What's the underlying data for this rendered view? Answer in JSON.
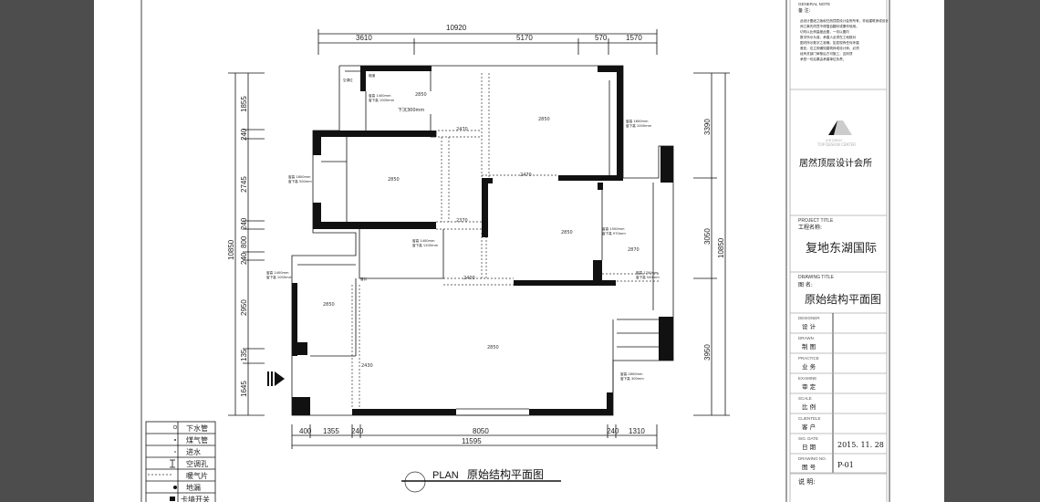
{
  "dimensions": {
    "top_total": "10920",
    "top": [
      "3610",
      "5170",
      "570",
      "1570"
    ],
    "left_total": "10850",
    "left": [
      "1855",
      "240",
      "2745",
      "240",
      "800",
      "240",
      "2950",
      "135",
      "1645"
    ],
    "right_total": "10850",
    "right": [
      "3390",
      "3050",
      "3950"
    ],
    "bottom": [
      "400",
      "1355",
      "240",
      "8050",
      "240",
      "1310"
    ],
    "bottom_total": "11595"
  },
  "rooms": {
    "heights": [
      "2850",
      "2850",
      "2850",
      "2850",
      "2870",
      "2850",
      "2850"
    ],
    "beams": [
      "2470",
      "2470",
      "2370",
      "2400",
      "2430"
    ],
    "sunken": "下沉300mm",
    "ac_position": "空调位",
    "flue": "烟道",
    "shaft": "管井"
  },
  "windows": [
    {
      "h": "窗高 1400mm",
      "sill": "窗下高 1000mm"
    },
    {
      "h": "窗高 1600mm",
      "sill": "窗下高 1000mm"
    },
    {
      "h": "窗高 1800mm",
      "sill": "窗下高 500mm"
    },
    {
      "h": "窗高 1400mm",
      "sill": "窗下高 1200mm"
    },
    {
      "h": "窗高 1400mm",
      "sill": "窗下高 1000mm"
    },
    {
      "h": "窗高 1500mm",
      "sill": "窗下高 970mm"
    },
    {
      "h": "窗高 1700mm",
      "sill": "窗下高 540mm"
    },
    {
      "h": "窗高 1800mm",
      "sill": "窗下高 300mm"
    }
  ],
  "legend": [
    "下水管",
    "煤气管",
    "进水",
    "空调孔",
    "暖气片",
    "地漏",
    "卡墙开关"
  ],
  "plan_title": {
    "en": "PLAN",
    "zh": "原始结构平面图"
  },
  "title_block": {
    "general_note_en": "GENERAL NOTE",
    "general_note_zh": "备 注:",
    "note_lines": [
      "此设计图纸之版权归然顶层设计会所所有，非经建筑师或设计",
      "师之事先同意不得擅自翻印或挪作他用。",
      "切勿以比例量度此图，一切以图内",
      "数字所示为准，承建人必须在工地核对",
      "图内所示数字之准确，如发现有任何矛盾",
      "差处，应立即通知建筑师或设计师，必须",
      "经有关部门审核后方可施工，否则须",
      "承担一切后果由承建单位负责。"
    ],
    "company": "居然顶层设计会所",
    "logo_sub": "TOP DESIGN CENTER",
    "logo_top": "JUR DINGC",
    "project_title_en": "PROJECT TITLE",
    "project_title_zh": "工程名称:",
    "project_name": "复地东湖国际",
    "drawing_title_en": "DRAWING TITLE",
    "drawing_title_zh": "图    名:",
    "drawing_name": "原始结构平面图",
    "rows": [
      {
        "en": "DESIGNER",
        "zh": "设 计",
        "value": ""
      },
      {
        "en": "DRAWN",
        "zh": "制 图",
        "value": ""
      },
      {
        "en": "PRACTICE",
        "zh": "业 务",
        "value": ""
      },
      {
        "en": "EXAMINE",
        "zh": "审 定",
        "value": ""
      },
      {
        "en": "SCALE",
        "zh": "比 例",
        "value": ""
      },
      {
        "en": "CLIENTELE",
        "zh": "客 户",
        "value": ""
      },
      {
        "en": "SIG. DATE",
        "zh": "日 期",
        "value": "2015. 11. 28"
      },
      {
        "en": "DRAWING NO.",
        "zh": "图 号",
        "value": "P-01"
      }
    ],
    "remarks": "说 明:"
  },
  "colors": {
    "background": "#4d4d4d",
    "paper": "#ffffff",
    "wall": "#111111"
  }
}
